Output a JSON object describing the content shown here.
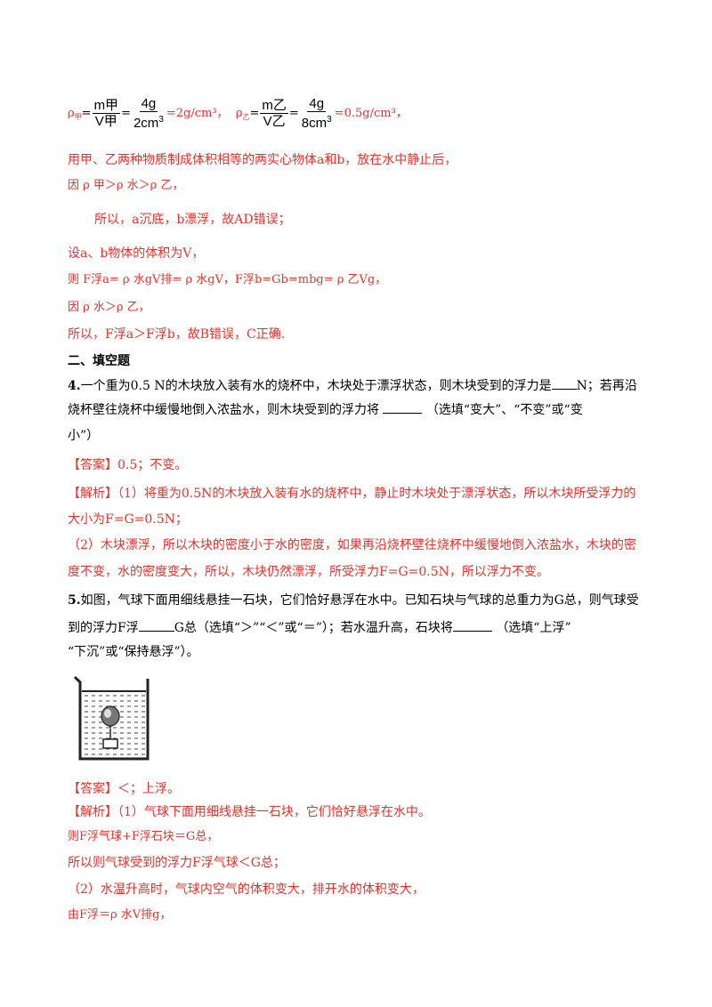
{
  "formula_line": {
    "rho_a_label": "ρ",
    "rho_a_sub": "甲",
    "frac1_num": "m甲",
    "frac1_den": "V甲",
    "frac2_num": "4g",
    "frac2_den": "2cm",
    "frac2_den_sup": "3",
    "result1": "=2g/cm³，",
    "rho_b_label": "ρ",
    "rho_b_sub": "乙",
    "frac3_num": "m乙",
    "frac3_den": "V乙",
    "frac4_num": "4g",
    "frac4_den": "8cm",
    "frac4_den_sup": "3",
    "result2": "=0.5g/cm³，"
  },
  "lines": {
    "l1": "用甲、乙两种物质制成体积相等的两实心物体a和b，放在水中静止后，",
    "l2": "因 ρ 甲＞ρ 水＞ρ 乙，",
    "l3": "所以，a沉底，b漂浮，故AD错误；",
    "l4": "设a、b物体的体积为V，",
    "l5": "则 F浮a= ρ 水gV排= ρ 水gV，F浮b=Gb=mbg= ρ 乙Vg，",
    "l6": "因 ρ 水＞ρ 乙，",
    "l7": "所以，F浮a＞F浮b，故B错误，C正确."
  },
  "section": {
    "title": "二、填空题"
  },
  "q4": {
    "number": "4.",
    "line1_a": "一个重为0.5 N的木块放入装有水的烧杯中，木块处于漂浮状态，则木块受到的浮力是",
    "line1_b": "N；若再沿",
    "line2_a": "烧杯壁往烧杯中缓慢地倒入浓盐水，则木块受到的浮力将",
    "line2_b": "（选填“变大”、“不变”或“变",
    "line3": "小”）",
    "answer_tag": "【答案】",
    "answer": "0.5；不变。",
    "analysis_tag": "【解析】",
    "analysis1": "（1）将重为0.5N的木块放入装有水的烧杯中，静止时木块处于漂浮状态，所以木块所受浮力的",
    "analysis2": "大小为F=G=0.5N；",
    "analysis3": "（2）木块漂浮，所以木块的密度小于水的密度，如果再沿烧杯壁往烧杯中缓慢地倒入浓盐水，木块的密",
    "analysis4": "度不变，水的密度变大，所以，木块仍然漂浮，所受浮力F=G=0.5N，所以浮力不变。"
  },
  "q5": {
    "number": "5.",
    "line1": "如图，气球下面用细线悬挂一石块，它们恰好悬浮在水中。已知石块与气球的总重力为G总，则气球受",
    "line2_a": "到的浮力F浮",
    "line2_b": "G总（选填“＞”“＜”或“＝”）；若水温升高，石块将",
    "line2_c": "（选填“上浮”",
    "line3": "“下沉”或“保持悬浮”）。",
    "answer_tag": "【答案】",
    "answer": "＜；上浮。",
    "analysis_tag": "【解析】",
    "analysis1": "（1）气球下面用细线悬挂一石块，它们恰好悬浮在水中。",
    "analysis2": "则F浮气球+F浮石块＝G总，",
    "analysis3": "所以则气球受到的浮力F浮气球＜G总；",
    "analysis4": "（2）水温升高时，气球内空气的体积变大，排开水的体积变大，",
    "analysis5": "由F浮＝ρ 水V排g，"
  }
}
